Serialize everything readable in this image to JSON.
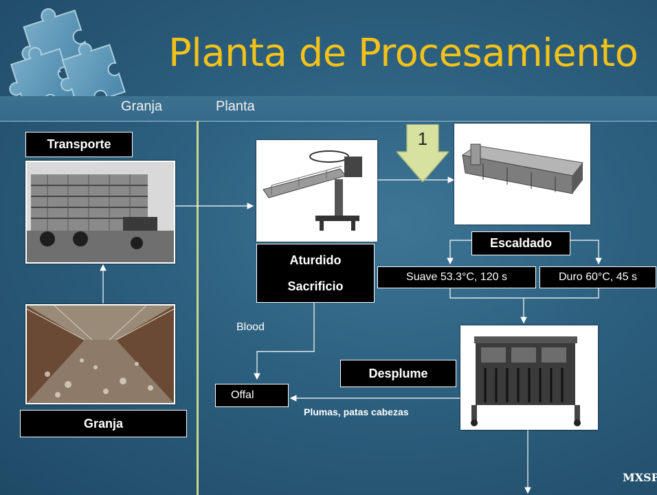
{
  "slide": {
    "title": "Planta de Procesamiento",
    "columns": {
      "left": "Granja",
      "right": "Planta"
    },
    "brand": "MXSP"
  },
  "left": {
    "transport_label": "Transporte",
    "farm_label": "Granja"
  },
  "plant": {
    "stunning_line1": "Aturdido",
    "stunning_line2": "Sacrificio",
    "step_marker": "1",
    "scalding_label": "Escaldado",
    "scald_soft": "Suave 53.3°C, 120 s",
    "scald_hard": "Duro 60°C, 45 s",
    "plucking_label": "Desplume",
    "blood_label": "Blood",
    "offal_label": "Offal",
    "byproducts_label": "Plumas, patas cabezas"
  },
  "colors": {
    "background": "#2c5f7e",
    "title": "#f2c21a",
    "arrow_marker": "#d7e2a0",
    "divider": "#c8d890"
  }
}
